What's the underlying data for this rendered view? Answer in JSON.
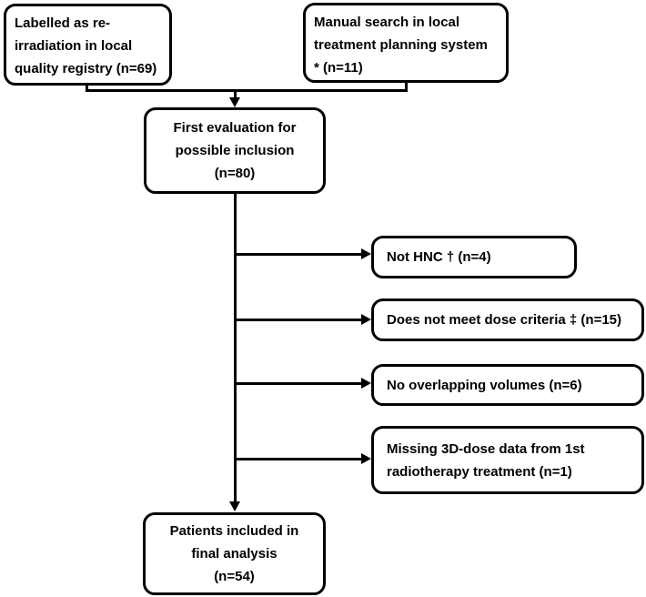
{
  "figure": {
    "type": "flow-diagram",
    "colors": {
      "background": "#ffffff",
      "stroke": "#000000",
      "text": "#000000"
    },
    "nodes": {
      "registry": {
        "label": "Labelled as re-\nirradiation in local\nquality registry (n=69)",
        "n": 69
      },
      "manual_search": {
        "label": "Manual search in local\ntreatment planning system\n* (n=11)",
        "n": 11
      },
      "first_evaluation": {
        "label": "First evaluation for\npossible inclusion\n(n=80)",
        "n": 80
      },
      "not_hnc": {
        "label": "Not HNC † (n=4)",
        "n": 4
      },
      "dose_criteria": {
        "label": "Does not meet dose criteria ‡ (n=15)",
        "n": 15
      },
      "no_overlap": {
        "label": "No overlapping volumes (n=6)",
        "n": 6
      },
      "missing_dose": {
        "label": "Missing 3D-dose data from 1st\nradiotherapy treatment (n=1)",
        "n": 1
      },
      "final_analysis": {
        "label": "Patients included in\nfinal analysis\n(n=54)",
        "n": 54
      }
    }
  }
}
